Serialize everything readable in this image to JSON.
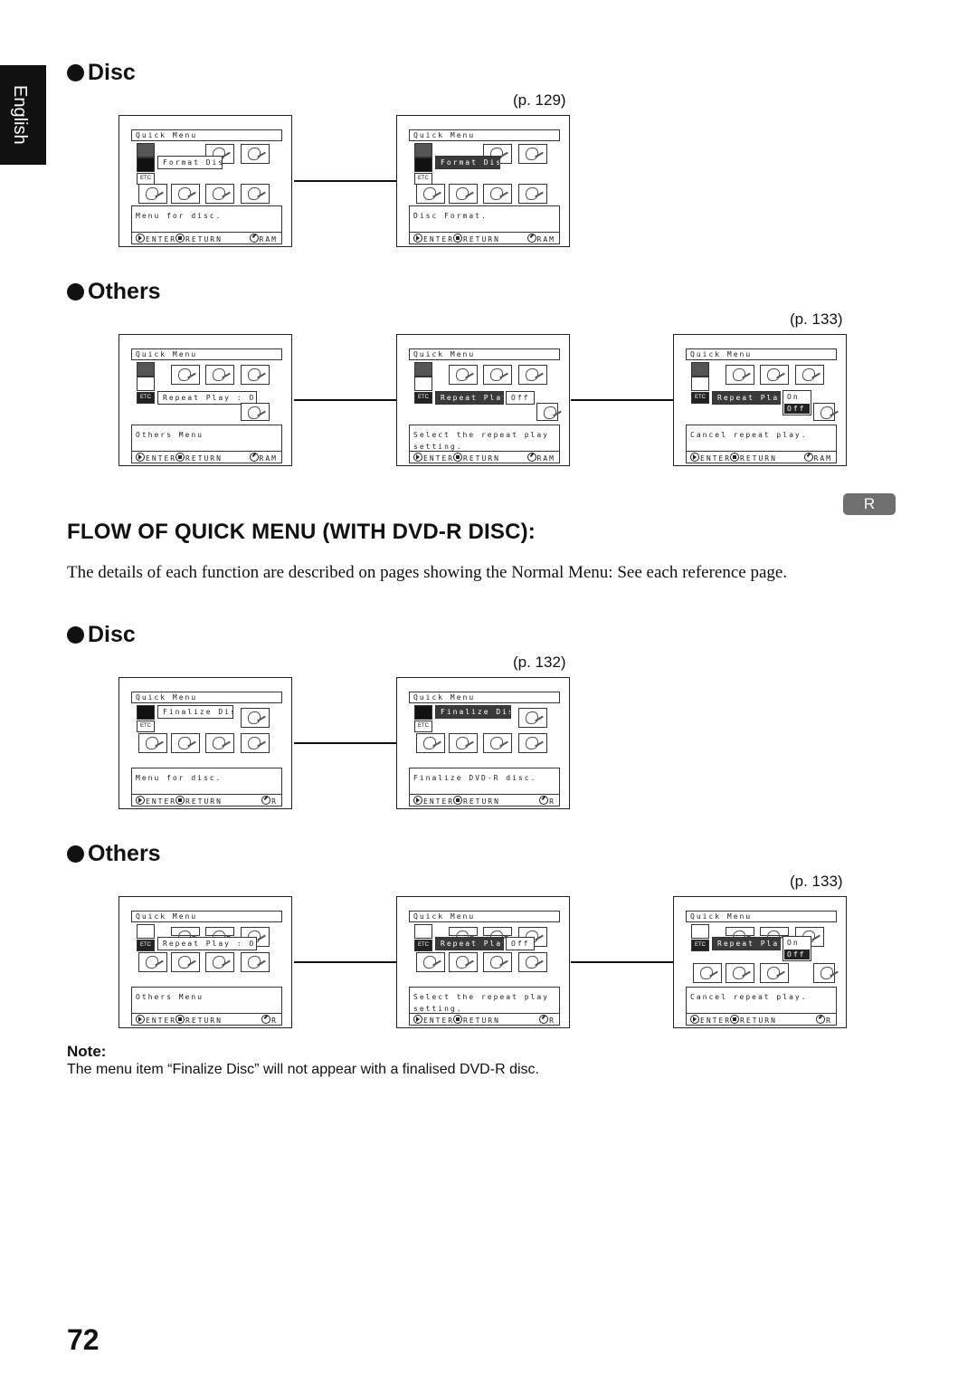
{
  "side_tab": "English",
  "sections": {
    "disc1": {
      "heading": "Disc",
      "ref": "(p. 129)"
    },
    "others1": {
      "heading": "Others",
      "ref": "(p. 133)"
    },
    "disc2": {
      "heading": "Disc",
      "ref": "(p. 132)"
    },
    "others2": {
      "heading": "Others",
      "ref": "(p. 133)"
    }
  },
  "badge": "R",
  "flow_title": "FLOW OF QUICK MENU (WITH DVD-R DISC):",
  "intro": "The details of each function are described on pages showing the Normal Menu: See each reference page.",
  "note": {
    "label": "Note:",
    "text": "The menu item “Finalize Disc” will not appear with a finalised DVD-R disc."
  },
  "page_number": "72",
  "screen_common": {
    "title": "Quick Menu",
    "enter": "ENTER",
    "return": "RETURN",
    "etc": "ETC"
  },
  "screens": {
    "d1a": {
      "item": "Format Disc",
      "msg": "Menu for disc.",
      "media": "RAM"
    },
    "d1b": {
      "item": "Format Disc",
      "msg": "Disc Format.",
      "media": "RAM"
    },
    "o1a": {
      "item": "Repeat Play : Off",
      "msg": "Others Menu",
      "media": "RAM"
    },
    "o1b": {
      "item": "Repeat Play",
      "value": "Off",
      "msg": "Select the repeat play setting.",
      "media": "RAM"
    },
    "o1c": {
      "item": "Repeat Play",
      "opt_on": "On",
      "opt_off": "Off",
      "msg": "Cancel repeat play.",
      "media": "RAM"
    },
    "d2a": {
      "item": "Finalize Disc",
      "msg": "Menu for disc.",
      "media": "R"
    },
    "d2b": {
      "item": "Finalize Disc",
      "msg": "Finalize DVD-R disc.",
      "media": "R"
    },
    "o2a": {
      "item": "Repeat Play : Off",
      "msg": "Others Menu",
      "media": "R"
    },
    "o2b": {
      "item": "Repeat Play",
      "value": "Off",
      "msg": "Select the repeat play setting.",
      "media": "R"
    },
    "o2c": {
      "item": "Repeat Play",
      "opt_on": "On",
      "opt_off": "Off",
      "msg": "Cancel repeat play.",
      "media": "R"
    }
  }
}
